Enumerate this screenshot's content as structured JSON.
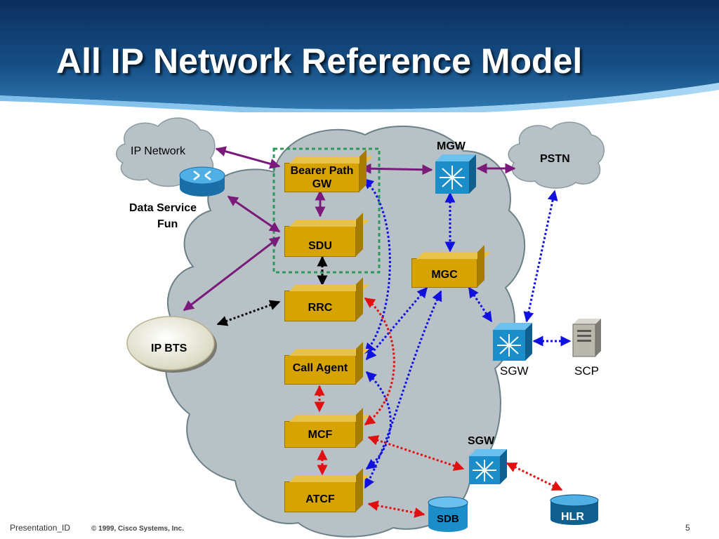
{
  "title": "All IP Network Reference Model",
  "footer": {
    "presentation_id": "Presentation_ID",
    "copyright": "© 1999, Cisco Systems, Inc.",
    "page_number": "5"
  },
  "nodes": {
    "ip_network": "IP Network",
    "data_service_line1": "Data Service",
    "data_service_line2": "Fun",
    "ip_bts": "IP BTS",
    "bearer_path_gw_line1": "Bearer Path",
    "bearer_path_gw_line2": "GW",
    "sdu": "SDU",
    "rrc": "RRC",
    "call_agent": "Call Agent",
    "mcf": "MCF",
    "atcf": "ATCF",
    "mgw": "MGW",
    "pstn": "PSTN",
    "mgc": "MGC",
    "sgw_right": "SGW",
    "scp": "SCP",
    "sgw_bottom": "SGW",
    "sdb": "SDB",
    "hlr": "HLR"
  },
  "colors": {
    "box_fill": "#d6a300",
    "cloud_fill": "#b8c2c6",
    "purple_link": "#7a1a7a",
    "blue_link": "#1010e0",
    "red_link": "#e01010",
    "green_group": "#2a9a5a",
    "switch_blue": "#1b8ec9"
  }
}
